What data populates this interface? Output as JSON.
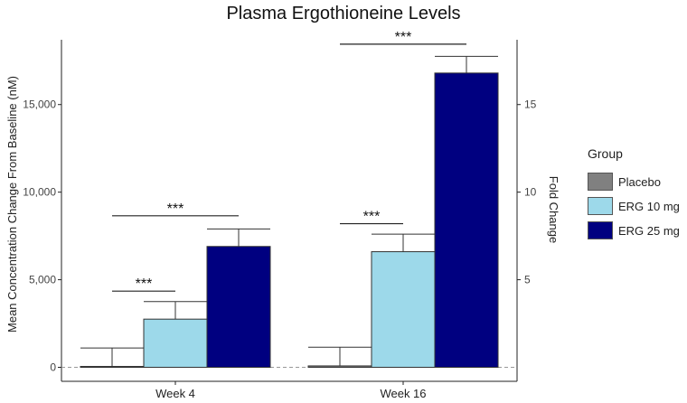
{
  "chart_data": {
    "type": "bar",
    "title": "Plasma Ergothioneine Levels",
    "ylabel": "Mean Concentration Change From Baseline (nM)",
    "ylabel_right": "Fold Change",
    "categories": [
      "Week 4",
      "Week 16"
    ],
    "ylim": [
      -800,
      18700
    ],
    "yticks": [
      0,
      5000,
      10000,
      15000
    ],
    "ytick_labels": [
      "0",
      "5,000",
      "10,000",
      "15,000"
    ],
    "right_axis_ticks": [
      5,
      10,
      15
    ],
    "right_axis_tick_labels": [
      "5",
      "10",
      "15"
    ],
    "right_axis_scale_nm_per_unit": 1000,
    "series": [
      {
        "name": "Placebo",
        "color": "#808080",
        "values": [
          50,
          80
        ],
        "error_upper": [
          1100,
          1150
        ]
      },
      {
        "name": "ERG 10 mg",
        "color": "#9dd9ea",
        "values": [
          2750,
          6600
        ],
        "error_upper": [
          3750,
          7600
        ]
      },
      {
        "name": "ERG 25 mg",
        "color": "#000080",
        "values": [
          6900,
          16800
        ],
        "error_upper": [
          7900,
          17750
        ]
      }
    ],
    "significance": [
      {
        "category": "Week 4",
        "from_series": 0,
        "to_series": 1,
        "y": 4350,
        "label": "***"
      },
      {
        "category": "Week 4",
        "from_series": 0,
        "to_series": 2,
        "y": 8650,
        "label": "***"
      },
      {
        "category": "Week 16",
        "from_series": 0,
        "to_series": 1,
        "y": 8200,
        "label": "***"
      },
      {
        "category": "Week 16",
        "from_series": 0,
        "to_series": 2,
        "y": 18450,
        "label": "***"
      }
    ],
    "legend": {
      "title": "Group",
      "position": "right"
    },
    "grid": false,
    "baseline": "dashed"
  }
}
